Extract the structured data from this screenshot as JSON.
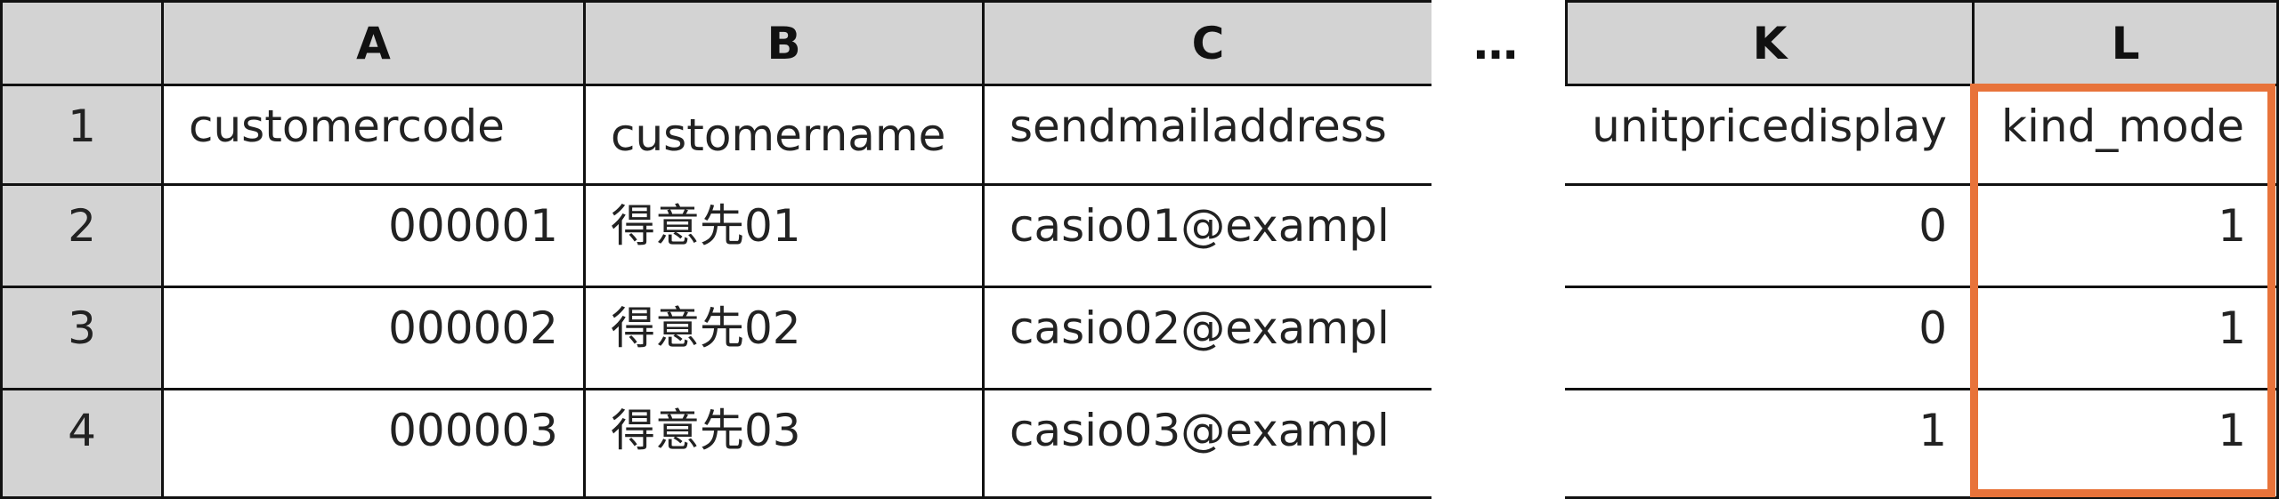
{
  "ellipsis": "…",
  "highlight_color": "#e8733a",
  "columns": {
    "A": "A",
    "B": "B",
    "C": "C",
    "K": "K",
    "L": "L"
  },
  "rows": [
    {
      "num": "1",
      "A": "customercode",
      "B": "customername",
      "C": "sendmailaddress",
      "K": "unitpricedisplay",
      "L": "kind_mode"
    },
    {
      "num": "2",
      "A": "000001",
      "B": "得意先01",
      "C": "casio01@exampl",
      "K": "0",
      "L": "1"
    },
    {
      "num": "3",
      "A": "000002",
      "B": "得意先02",
      "C": "casio02@exampl",
      "K": "0",
      "L": "1"
    },
    {
      "num": "4",
      "A": "000003",
      "B": "得意先03",
      "C": "casio03@exampl",
      "K": "1",
      "L": "1"
    }
  ]
}
